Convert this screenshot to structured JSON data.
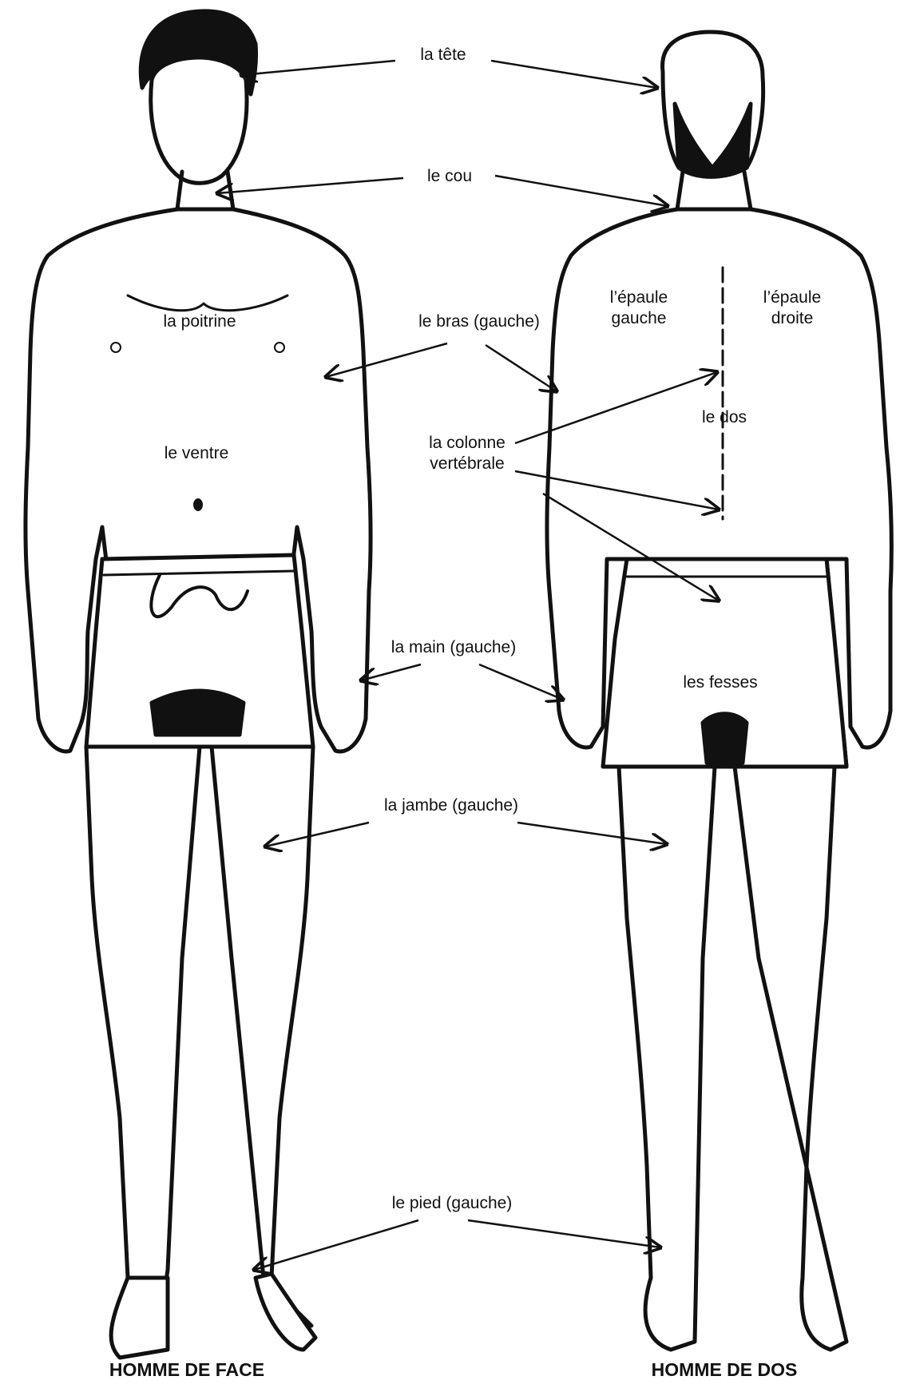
{
  "labels": {
    "tete": "la tête",
    "cou": "le cou",
    "poitrine": "la poitrine",
    "bras": "le bras (gauche)",
    "epaule_gauche": "l’épaule\ngauche",
    "epaule_droite": "l’épaule\ndroite",
    "dos": "le dos",
    "colonne": "la colonne\nvertébrale",
    "ventre": "le ventre",
    "main": "la main (gauche)",
    "fesses": "les fesses",
    "jambe": "la jambe (gauche)",
    "pied": "le pied (gauche)"
  },
  "captions": {
    "front": "HOMME DE FACE",
    "back": "HOMME DE DOS"
  }
}
